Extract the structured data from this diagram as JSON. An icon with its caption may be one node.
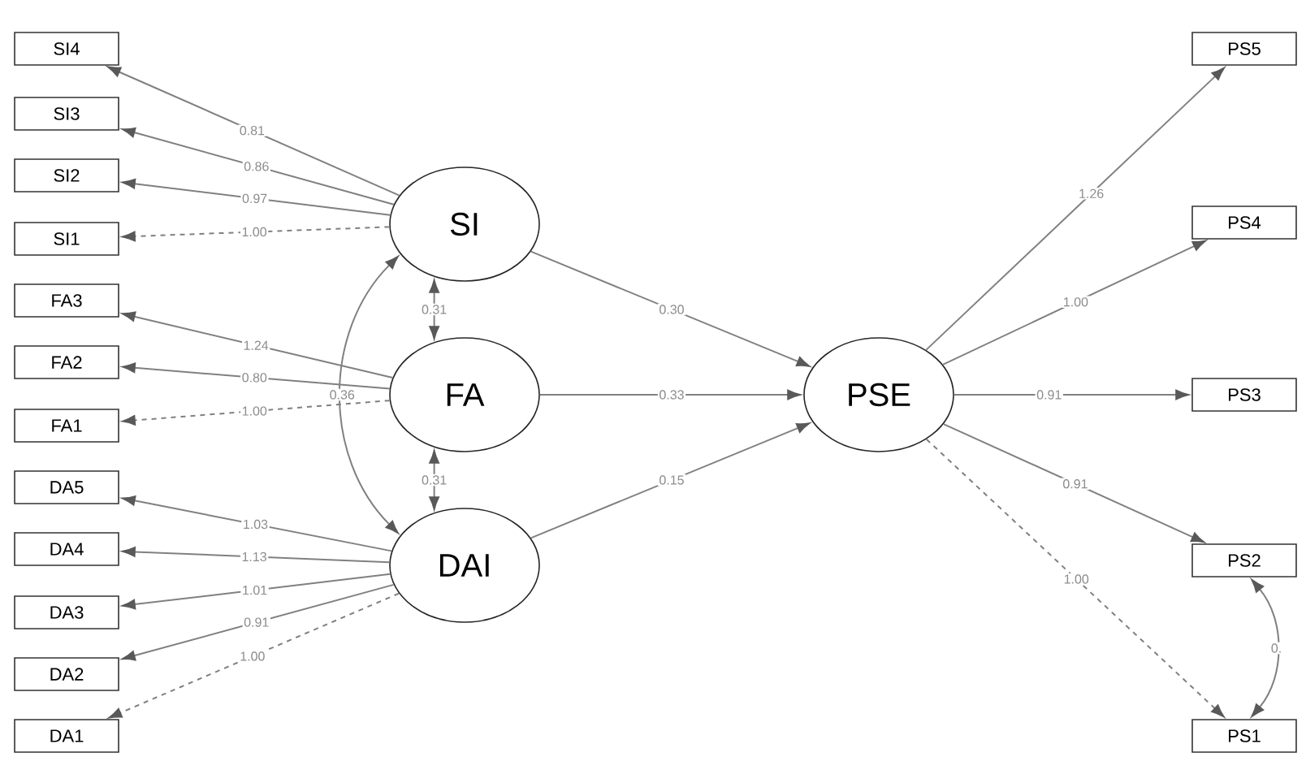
{
  "diagram": {
    "nodes": [
      {
        "text": [
          "SI4"
        ]
      },
      {
        "text": [
          "SI3"
        ]
      },
      {
        "text": [
          "SI2"
        ]
      },
      {
        "text": [
          "SI1"
        ]
      },
      {
        "text": [
          "FA3"
        ]
      },
      {
        "text": [
          "FA2"
        ]
      },
      {
        "text": [
          "FA1"
        ]
      },
      {
        "text": [
          "DA5"
        ]
      },
      {
        "text": [
          "DA4"
        ]
      },
      {
        "text": [
          "DA3"
        ]
      },
      {
        "text": [
          "DA2"
        ]
      },
      {
        "text": [
          "DA1"
        ]
      },
      {
        "text": [
          "SI"
        ]
      },
      {
        "text": [
          "FA"
        ]
      },
      {
        "text": [
          "DAI"
        ]
      },
      {
        "text": [
          "PSE"
        ]
      },
      {
        "text": [
          "PS5"
        ]
      },
      {
        "text": [
          "PS4"
        ]
      },
      {
        "text": [
          "PS3"
        ]
      },
      {
        "text": [
          "PS2"
        ]
      },
      {
        "text": [
          "PS1"
        ]
      }
    ],
    "edges": [
      {
        "from": 12,
        "to": 0,
        "arrow": "to",
        "label": "0.81"
      },
      {
        "from": 12,
        "to": 1,
        "arrow": "to",
        "label": "0.86"
      },
      {
        "from": 12,
        "to": 2,
        "arrow": "to",
        "label": "0.97"
      },
      {
        "from": 12,
        "to": 3,
        "arrow": "to",
        "label": "1.00",
        "style": "dashed"
      },
      {
        "from": 13,
        "to": 4,
        "arrow": "to",
        "label": "1.24"
      },
      {
        "from": 13,
        "to": 5,
        "arrow": "to",
        "label": "0.80"
      },
      {
        "from": 13,
        "to": 6,
        "arrow": "to",
        "label": "1.00",
        "style": "dashed"
      },
      {
        "from": 14,
        "to": 7,
        "arrow": "to",
        "label": "1.03"
      },
      {
        "from": 14,
        "to": 8,
        "arrow": "to",
        "label": "1.13"
      },
      {
        "from": 14,
        "to": 9,
        "arrow": "to",
        "label": "1.01"
      },
      {
        "from": 14,
        "to": 10,
        "arrow": "to",
        "label": "0.91"
      },
      {
        "from": 14,
        "to": 11,
        "arrow": "to",
        "label": "1.00",
        "style": "dashed"
      },
      {
        "from": 12,
        "to": 13,
        "arrow": "both",
        "label": "0.31"
      },
      {
        "from": 13,
        "to": 14,
        "arrow": "both",
        "label": "0.31"
      },
      {
        "from": 12,
        "to": 14,
        "arrow": "both",
        "label": "0.36"
      },
      {
        "from": 12,
        "to": 15,
        "arrow": "to",
        "label": "0.30"
      },
      {
        "from": 13,
        "to": 15,
        "arrow": "to",
        "label": "0.33"
      },
      {
        "from": 14,
        "to": 15,
        "arrow": "to",
        "label": "0.15"
      },
      {
        "from": 15,
        "to": 16,
        "arrow": "to",
        "label": "1.26"
      },
      {
        "from": 15,
        "to": 17,
        "arrow": "to",
        "label": "1.00"
      },
      {
        "from": 15,
        "to": 18,
        "arrow": "to",
        "label": "0.91"
      },
      {
        "from": 15,
        "to": 19,
        "arrow": "to",
        "label": "0.91"
      },
      {
        "from": 15,
        "to": 20,
        "arrow": "to",
        "label": "1.00",
        "style": "dashed"
      },
      {
        "from": 19,
        "to": 20,
        "arrow": "both",
        "label": "0."
      }
    ]
  }
}
